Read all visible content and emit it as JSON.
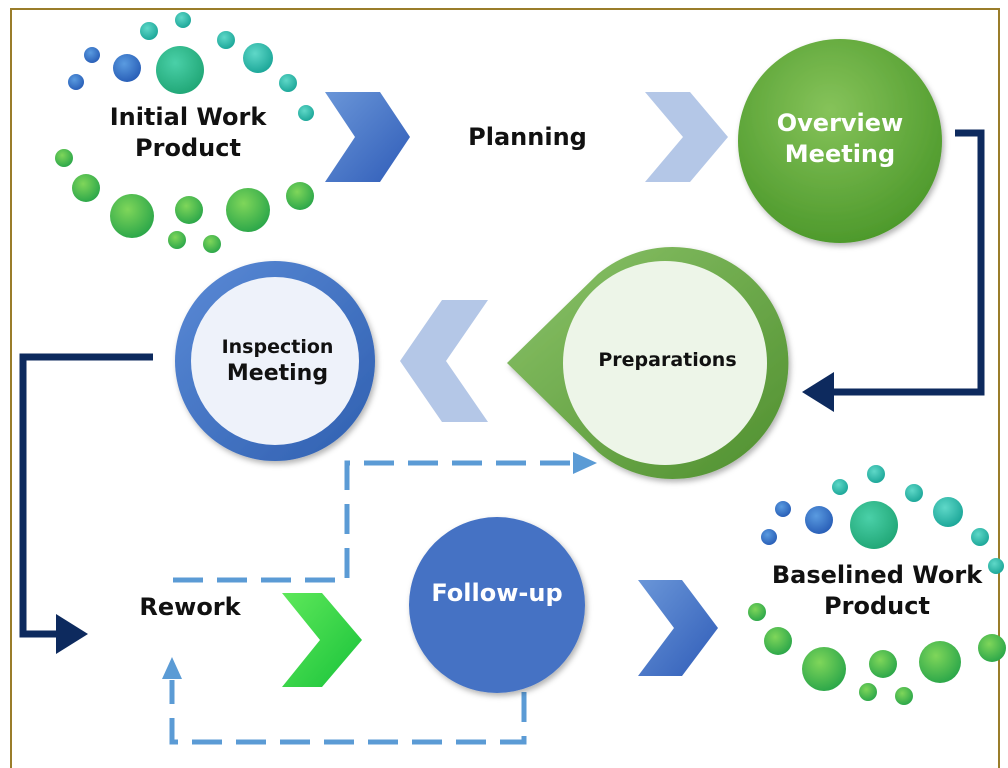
{
  "diagram": {
    "nodes": {
      "initial": {
        "line1": "Initial Work",
        "line2": "Product"
      },
      "planning": {
        "label": "Planning"
      },
      "overview": {
        "line1": "Overview",
        "line2": "Meeting"
      },
      "preparations": {
        "label": "Preparations"
      },
      "inspection": {
        "line1": "Inspection",
        "line2": "Meeting"
      },
      "rework": {
        "label": "Rework"
      },
      "followup": {
        "label": "Follow-up"
      },
      "baselined": {
        "line1": "Baselined Work",
        "line2": "Product"
      }
    },
    "colors": {
      "frame": "#9a7d2a",
      "navy": "#0d2a5e",
      "royal_blue": "#4472c4",
      "light_blue": "#b4c7e7",
      "dash_blue": "#5b9bd5",
      "green": "#70ad47",
      "bright_green": "#2ecc40",
      "teal": "#2bbfb0"
    }
  }
}
